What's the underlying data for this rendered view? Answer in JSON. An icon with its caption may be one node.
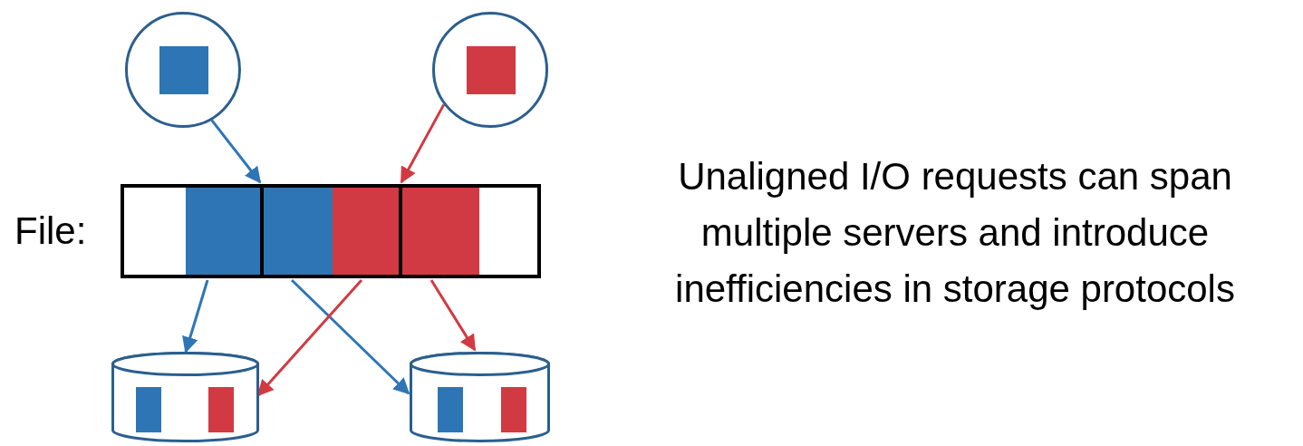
{
  "diagram": {
    "nodes": [
      {
        "text": [],
        "shape": "circle"
      },
      {
        "text": [],
        "shape": "circle"
      },
      {
        "text": [
          "File:"
        ]
      },
      {
        "text": [],
        "shape": "cylinder"
      },
      {
        "text": [],
        "shape": "cylinder"
      }
    ],
    "edges": [
      {
        "from": 0,
        "to": 2,
        "arrow": "to",
        "color": "#2e75b6"
      },
      {
        "from": 1,
        "to": 2,
        "arrow": "to",
        "color": "#d13a42"
      },
      {
        "from": 2,
        "to": 3,
        "arrow": "to",
        "color": "#2e75b6"
      },
      {
        "from": 2,
        "to": 4,
        "arrow": "to",
        "color": "#2e75b6"
      },
      {
        "from": 2,
        "to": 3,
        "arrow": "to",
        "color": "#d13a42"
      },
      {
        "from": 2,
        "to": 4,
        "arrow": "to",
        "color": "#d13a42"
      }
    ],
    "labels": [
      "Unaligned I/O requests can span multiple servers and introduce inefficiencies in storage protocols"
    ]
  }
}
